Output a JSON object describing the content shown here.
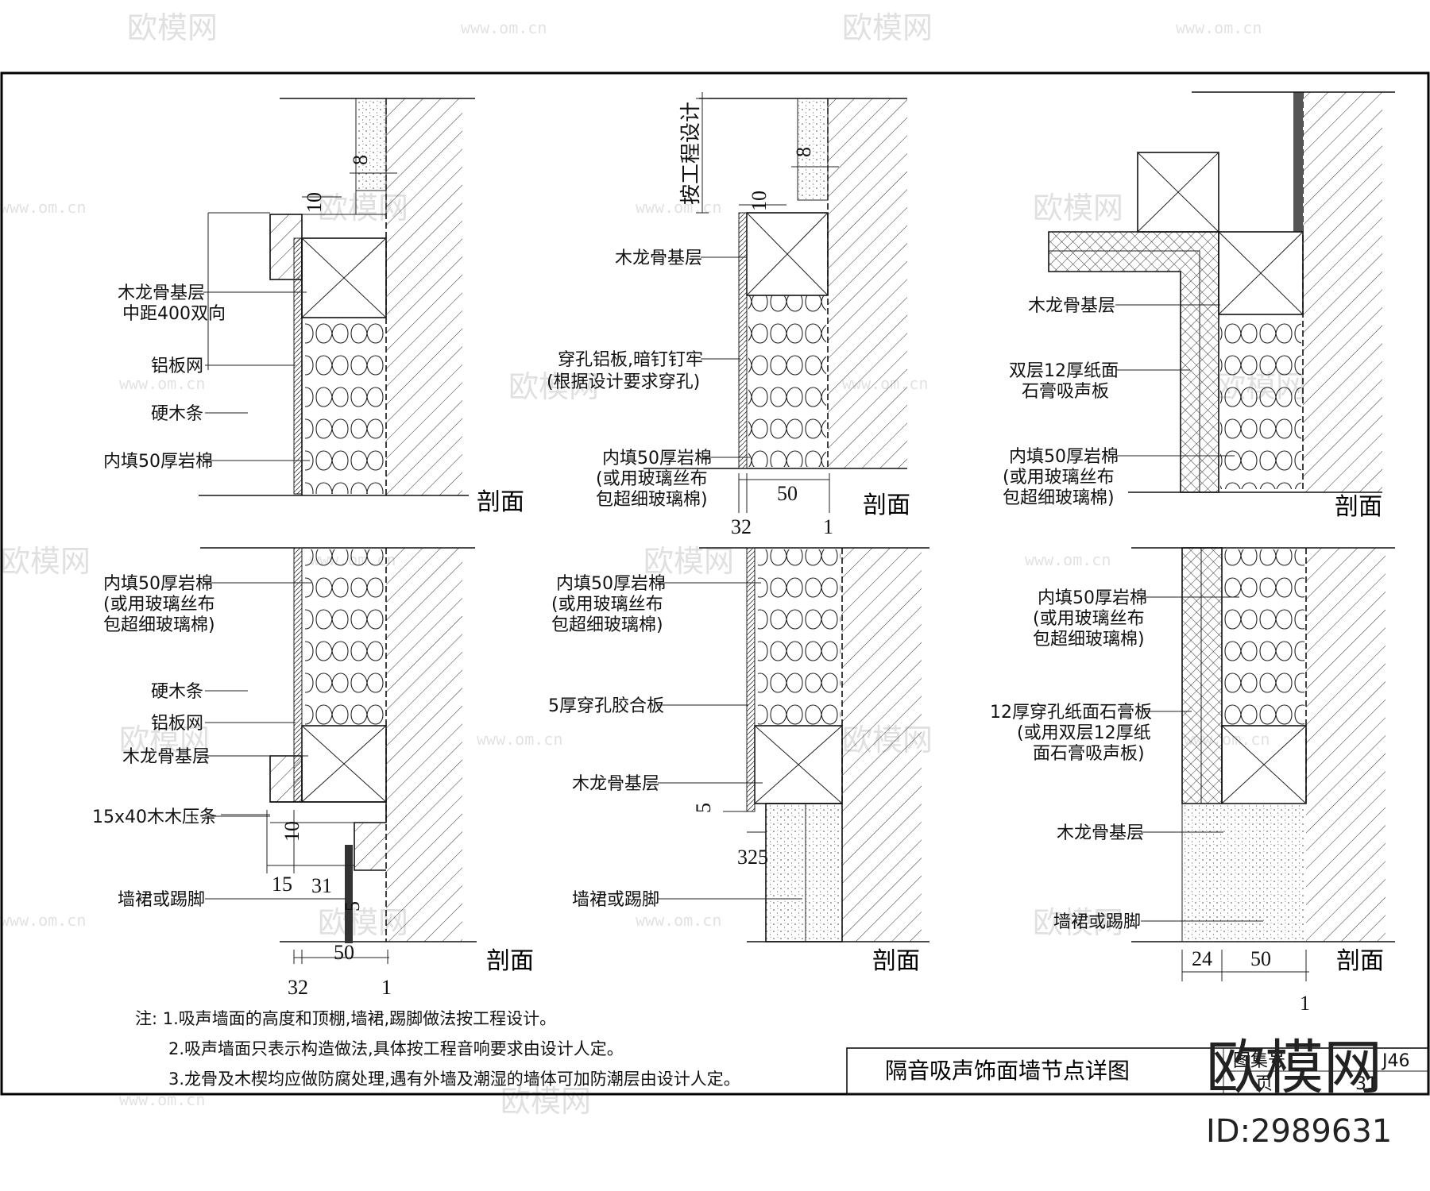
{
  "watermark": {
    "brand_text": "欧模网",
    "url_text": "www.om.cn",
    "corner_brand": "欧模网",
    "corner_id": "ID:2989631"
  },
  "section_label": "剖面",
  "details": {
    "d1": {
      "labels": [
        "木龙骨基层",
        "中距400双向",
        "铝板网",
        "硬木条",
        "内填50厚岩棉"
      ],
      "dims": [
        "8",
        "10"
      ]
    },
    "d2": {
      "labels": [
        "按工程设计",
        "木龙骨基层",
        "穿孔铝板,暗钉钉牢",
        "(根据设计要求穿孔)",
        "内填50厚岩棉",
        "(或用玻璃丝布",
        "包超细玻璃棉)"
      ],
      "dims": [
        "8",
        "10",
        "50",
        "32",
        "1"
      ]
    },
    "d3": {
      "labels": [
        "木龙骨基层",
        "双层12厚纸面",
        "石膏吸声板",
        "内填50厚岩棉",
        "(或用玻璃丝布",
        "包超细玻璃棉)"
      ]
    },
    "d4": {
      "labels": [
        "内填50厚岩棉",
        "(或用玻璃丝布",
        "包超细玻璃棉)",
        "硬木条",
        "铝板网",
        "木龙骨基层",
        "15x40木木压条",
        "墙裙或踢脚"
      ],
      "dims": [
        "10",
        "15",
        "31",
        "5",
        "50",
        "32",
        "1"
      ]
    },
    "d5": {
      "labels": [
        "内填50厚岩棉",
        "(或用玻璃丝布",
        "包超细玻璃棉)",
        "5厚穿孔胶合板",
        "木龙骨基层",
        "墙裙或踢脚"
      ],
      "dims": [
        "5",
        "325"
      ]
    },
    "d6": {
      "labels": [
        "内填50厚岩棉",
        "(或用玻璃丝布",
        "包超细玻璃棉)",
        "12厚穿孔纸面石膏板",
        "(或用双层12厚纸",
        "面石膏吸声板)",
        "木龙骨基层",
        "墙裙或踢脚"
      ],
      "dims": [
        "24",
        "50",
        "1"
      ]
    }
  },
  "notes": [
    "注: 1.吸声墙面的高度和顶棚,墙裙,踢脚做法按工程设计。",
    "2.吸声墙面只表示构造做法,具体按工程音响要求由设计人定。",
    "3.龙骨及木楔均应做防腐处理,遇有外墙及潮湿的墙体可加防潮层由设计人定。"
  ],
  "title_block": {
    "title": "隔音吸声饰面墙节点详图",
    "atlas_label": "图集号",
    "atlas_no": "J46",
    "page_label": "页",
    "page_no": "31"
  }
}
